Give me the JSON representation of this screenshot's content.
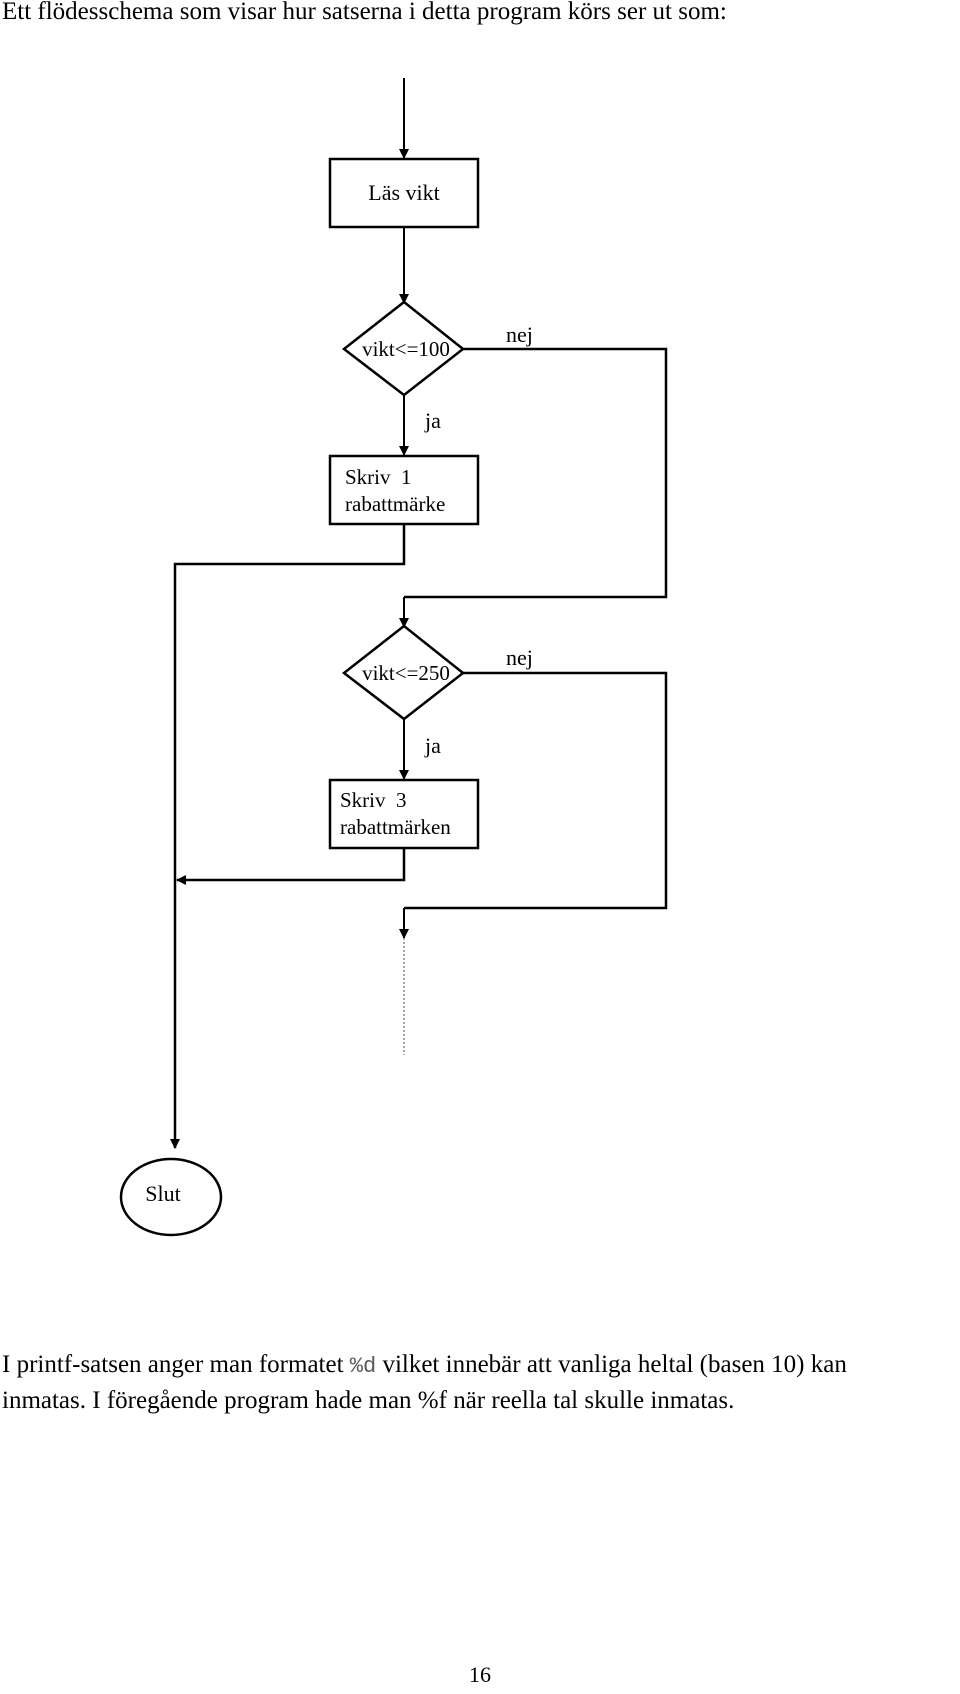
{
  "intro": "Ett flödesschema  som visar hur satserna i detta program körs ser ut som:",
  "flowchart": {
    "read_weight": "Läs vikt",
    "cond1": "vikt<=100",
    "no1": "nej",
    "yes1": "ja",
    "box1_line1": "Skriv  1",
    "box1_line2": "rabattmärke",
    "cond2": "vikt<=250",
    "no2": "nej",
    "yes2": "ja",
    "box2_line1": "Skriv  3",
    "box2_line2": "rabattmärken",
    "end": "Slut"
  },
  "paragraph": {
    "line1_before": "I printf-satsen anger man formatet ",
    "format_code": "%d",
    "line1_after": " vilket innebär att vanliga heltal (basen 10) kan",
    "line2": "inmatas. I föregående program hade man %f när reella tal skulle inmatas."
  },
  "page_number": "16"
}
